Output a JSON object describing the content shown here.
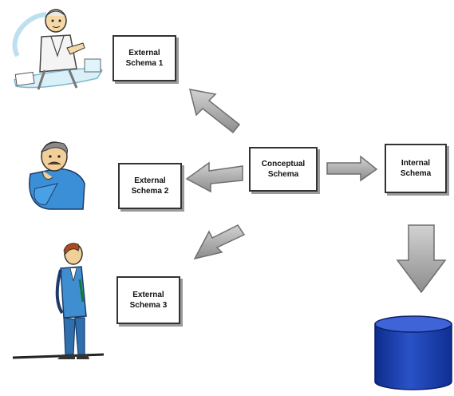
{
  "diagram": {
    "nodes": [
      {
        "id": "external_schema_1",
        "label": "External\nSchema 1"
      },
      {
        "id": "external_schema_2",
        "label": "External\nSchema 2"
      },
      {
        "id": "external_schema_3",
        "label": "External\nSchema 3"
      },
      {
        "id": "conceptual_schema",
        "label": "Conceptual\nSchema"
      },
      {
        "id": "internal_schema",
        "label": "Internal\nSchema"
      }
    ],
    "edges": [
      {
        "from": "conceptual_schema",
        "to": "external_schema_1"
      },
      {
        "from": "conceptual_schema",
        "to": "external_schema_2"
      },
      {
        "from": "conceptual_schema",
        "to": "external_schema_3"
      },
      {
        "from": "conceptual_schema",
        "to": "internal_schema"
      },
      {
        "from": "internal_schema",
        "to": "database"
      }
    ],
    "icons": [
      "person-at-desk-icon",
      "person-thinking-icon",
      "person-standing-icon",
      "database-cylinder-icon"
    ],
    "colors": {
      "arrow": "#a8a8a8",
      "arrow_shadow": "#6e6e6e",
      "database": "#1c3fae",
      "shirt_blue": "#3b8fd6"
    }
  }
}
